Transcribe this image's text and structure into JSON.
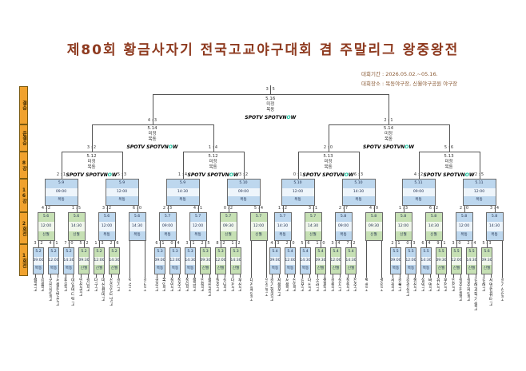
{
  "title": "제80회  황금사자기  전국고교야구대회  겸  주말리그  왕중왕전",
  "info": {
    "period": "대회기간 : 2026.05.02.~05.16.",
    "venue": "대회장소 : 목동야구장, 신월야구공원 야구장"
  },
  "sidebar": [
    "결승",
    "준결승",
    "8강",
    "16강",
    "2회전",
    "1회전"
  ],
  "colors": {
    "mokdong_box": "#bdd7ee",
    "sinwol_box": "#c6e0b4",
    "sidebar": "#f0a22e",
    "title_text": "#8e3a1f"
  },
  "broadcast": {
    "spotv": "SPOTV",
    "now_prefix": "SPOTVN",
    "now_o": "O",
    "now_suffix": "W"
  },
  "round1_slots": [
    {
      "date": "5.2",
      "time": "09:00",
      "venue": "목동",
      "score": "3 : 2",
      "teams": [
        "율곡고",
        "강릉고"
      ]
    },
    {
      "date": "5.2",
      "time": "12:00",
      "venue": "목동",
      "score": "4 : 1",
      "teams": [
        "군산상일고",
        "서울컨벤션고"
      ]
    },
    {
      "date": "5.2",
      "time": "14:30",
      "venue": "목동",
      "score": "7 : 0",
      "teams": [
        "휘문고",
        "예일메디텍고"
      ]
    },
    {
      "date": "5.2",
      "time": "09:30",
      "venue": "신월",
      "score": "5 : 2",
      "teams": [
        "안산공고",
        "광남고"
      ]
    },
    {
      "date": "5.2",
      "time": "12:00",
      "venue": "신월",
      "score": "1 : 3",
      "teams": [
        "대구고",
        "마산용마고"
      ]
    },
    {
      "date": "5.2",
      "time": "14:30",
      "venue": "신월",
      "score": "2 : 6",
      "teams": [
        "선린인터넷고",
        "경기고"
      ]
    },
    {
      "bye": true,
      "team": "덕수고"
    },
    {
      "bye": true,
      "team": "경남고"
    },
    {
      "date": "5.3",
      "time": "09:00",
      "venue": "목동",
      "score": "6 : 1",
      "teams": [
        "공주고",
        "목일고"
      ]
    },
    {
      "date": "5.3",
      "time": "12:00",
      "venue": "목동",
      "score": "0 : 4",
      "teams": [
        "장안고",
        "청주고"
      ]
    },
    {
      "date": "5.3",
      "time": "14:30",
      "venue": "목동",
      "score": "3 : 1",
      "teams": [
        "청담고",
        "물금고"
      ]
    },
    {
      "date": "5.3",
      "time": "09:30",
      "venue": "신월",
      "score": "2 : 5",
      "teams": [
        "인창고",
        "울산공고"
      ]
    },
    {
      "date": "5.3",
      "time": "12:00",
      "venue": "신월",
      "score": "8 : 2",
      "teams": [
        "원주고",
        "성남고"
      ]
    },
    {
      "date": "5.3",
      "time": "14:30",
      "venue": "신월",
      "score": "1 : 2",
      "teams": [
        "대전고",
        "부산고"
      ]
    },
    {
      "bye": true,
      "team": "대전제일고"
    },
    {
      "bye": true,
      "team": "의정부고"
    },
    {
      "date": "5.4",
      "time": "09:00",
      "venue": "목동",
      "score": "4 : 3",
      "teams": [
        "경기항공고",
        "제물포고"
      ]
    },
    {
      "date": "5.4",
      "time": "12:00",
      "venue": "목동",
      "score": "2 : 0",
      "teams": [
        "서울고",
        "신일고"
      ]
    },
    {
      "date": "5.4",
      "time": "14:30",
      "venue": "목동",
      "score": "5 : 6",
      "teams": [
        "김포고",
        "대신고"
      ]
    },
    {
      "date": "5.4",
      "time": "09:30",
      "venue": "신월",
      "score": "1 : 0",
      "teams": [
        "소래고",
        "충훈고"
      ]
    },
    {
      "date": "5.4",
      "time": "12:00",
      "venue": "신월",
      "score": "3 : 4",
      "teams": [
        "경동고",
        "성지고"
      ]
    },
    {
      "date": "5.4",
      "time": "14:30",
      "venue": "신월",
      "score": "7 : 2",
      "teams": [
        "청원고",
        "전주고"
      ]
    },
    {
      "bye": true,
      "team": "백송고"
    },
    {
      "bye": true,
      "team": "충암고"
    },
    {
      "date": "5.5",
      "time": "09:00",
      "venue": "목동",
      "score": "2 : 1",
      "teams": [
        "세광고",
        "경북고"
      ]
    },
    {
      "date": "5.5",
      "time": "12:00",
      "venue": "목동",
      "score": "0 : 3",
      "teams": [
        "강경상고",
        "동산고"
      ]
    },
    {
      "date": "5.5",
      "time": "14:30",
      "venue": "목동",
      "score": "6 : 4",
      "teams": [
        "설악고",
        "배명고"
      ]
    },
    {
      "date": "5.5",
      "time": "09:30",
      "venue": "신월",
      "score": "9 : 1",
      "teams": [
        "유신고",
        "부천고"
      ]
    },
    {
      "date": "5.5",
      "time": "12:00",
      "venue": "신월",
      "score": "3 : 0",
      "teams": [
        "인천고",
        "광주진흥고"
      ]
    },
    {
      "date": "5.5",
      "time": "14:30",
      "venue": "신월",
      "score": "2 : 4",
      "teams": [
        "광주제일고",
        "김해과학기술고"
      ]
    },
    {
      "date": "5.6",
      "time": "09:30",
      "venue": "신월",
      "score": "5 : 3",
      "teams": [
        "김해고",
        "세명컴퓨터고"
      ]
    },
    {
      "bye": true,
      "team": "경기상업고"
    }
  ],
  "round2": [
    {
      "date": "5.6",
      "time": "12:00",
      "venue": "신월",
      "score": "4 : 2"
    },
    {
      "date": "5.6",
      "time": "14:30",
      "venue": "신월",
      "score": "1 : 5"
    },
    {
      "date": "5.6",
      "time": "12:00",
      "venue": "목동",
      "score": "3 : 2"
    },
    {
      "date": "5.6",
      "time": "14:30",
      "venue": "목동",
      "score": "6 : 0"
    },
    {
      "date": "5.7",
      "time": "09:00",
      "venue": "목동",
      "score": "2 : 3"
    },
    {
      "date": "5.7",
      "time": "12:00",
      "venue": "목동",
      "score": "4 : 1"
    },
    {
      "date": "5.7",
      "time": "09:30",
      "venue": "신월",
      "score": "0 : 2"
    },
    {
      "date": "5.7",
      "time": "12:00",
      "venue": "신월",
      "score": "5 : 4"
    },
    {
      "date": "5.7",
      "time": "14:30",
      "venue": "목동",
      "score": "1 : 2"
    },
    {
      "date": "5.7",
      "time": "14:30",
      "venue": "신월",
      "score": "3 : 1"
    },
    {
      "date": "5.8",
      "time": "09:00",
      "venue": "목동",
      "score": "2 : 7"
    },
    {
      "date": "5.8",
      "time": "09:30",
      "venue": "신월",
      "score": "4 : 0"
    },
    {
      "date": "5.8",
      "time": "12:00",
      "venue": "신월",
      "score": "1 : 3"
    },
    {
      "date": "5.8",
      "time": "14:30",
      "venue": "신월",
      "score": "6 : 2"
    },
    {
      "date": "5.8",
      "time": "12:00",
      "venue": "목동",
      "score": "2 : 0"
    },
    {
      "date": "5.8",
      "time": "14:30",
      "venue": "목동",
      "score": "3 : 4"
    }
  ],
  "round16": [
    {
      "date": "5.9",
      "time": "09:00",
      "venue": "목동",
      "score": "2 : 1"
    },
    {
      "date": "5.9",
      "time": "12:00",
      "venue": "목동",
      "score": "5 : 3"
    },
    {
      "date": "5.9",
      "time": "14:30",
      "venue": "목동",
      "score": "1 : 4"
    },
    {
      "date": "5.10",
      "time": "09:00",
      "venue": "목동",
      "score": "3 : 2"
    },
    {
      "date": "5.10",
      "time": "12:00",
      "venue": "목동",
      "score": "0 : 1"
    },
    {
      "date": "5.10",
      "time": "14:30",
      "venue": "목동",
      "score": "6 : 3"
    },
    {
      "date": "5.11",
      "time": "09:00",
      "venue": "목동",
      "score": "4 : 2"
    },
    {
      "date": "5.11",
      "time": "12:00",
      "venue": "목동",
      "score": "2 : 5"
    }
  ],
  "quarterfinals": [
    {
      "date": "5.12",
      "time": "미정",
      "venue": "목동",
      "score": "3 : 2"
    },
    {
      "date": "5.12",
      "time": "미정",
      "venue": "목동",
      "score": "1 : 4"
    },
    {
      "date": "5.13",
      "time": "미정",
      "venue": "목동",
      "score": "2 : 0"
    },
    {
      "date": "5.13",
      "time": "미정",
      "venue": "목동",
      "score": "5 : 6"
    }
  ],
  "semifinals": [
    {
      "date": "5.14",
      "time": "미정",
      "venue": "목동",
      "score": "4 : 3"
    },
    {
      "date": "5.14",
      "time": "미정",
      "venue": "목동",
      "score": "2 : 1"
    }
  ],
  "final": {
    "date": "5.16",
    "time": "미정",
    "venue": "목동",
    "score": "3 : 5"
  }
}
